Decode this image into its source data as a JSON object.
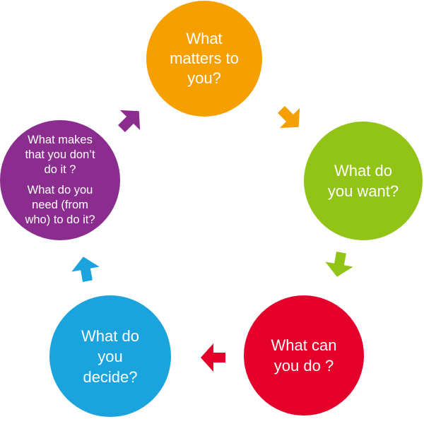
{
  "colors": {
    "orange": "#F5A000",
    "green": "#92C418",
    "red": "#E4002B",
    "blue": "#1AA3DD",
    "purple": "#8B2D8E"
  },
  "diagram": {
    "steps": [
      {
        "id": "matters",
        "text": "What\nmatters to\nyou?",
        "color": "#F5A000"
      },
      {
        "id": "want",
        "text": "What do\nyou want?",
        "color": "#92C418"
      },
      {
        "id": "can",
        "text": "What can\nyou do ?",
        "color": "#E4002B"
      },
      {
        "id": "decide",
        "text": "What do\nyou\ndecide?",
        "color": "#1AA3DD"
      },
      {
        "id": "obstacles",
        "questions": [
          "What makes\nthat you don’t\ndo it ?",
          "What do you\nneed (from\nwho) to do it?"
        ],
        "color": "#8B2D8E"
      }
    ]
  }
}
